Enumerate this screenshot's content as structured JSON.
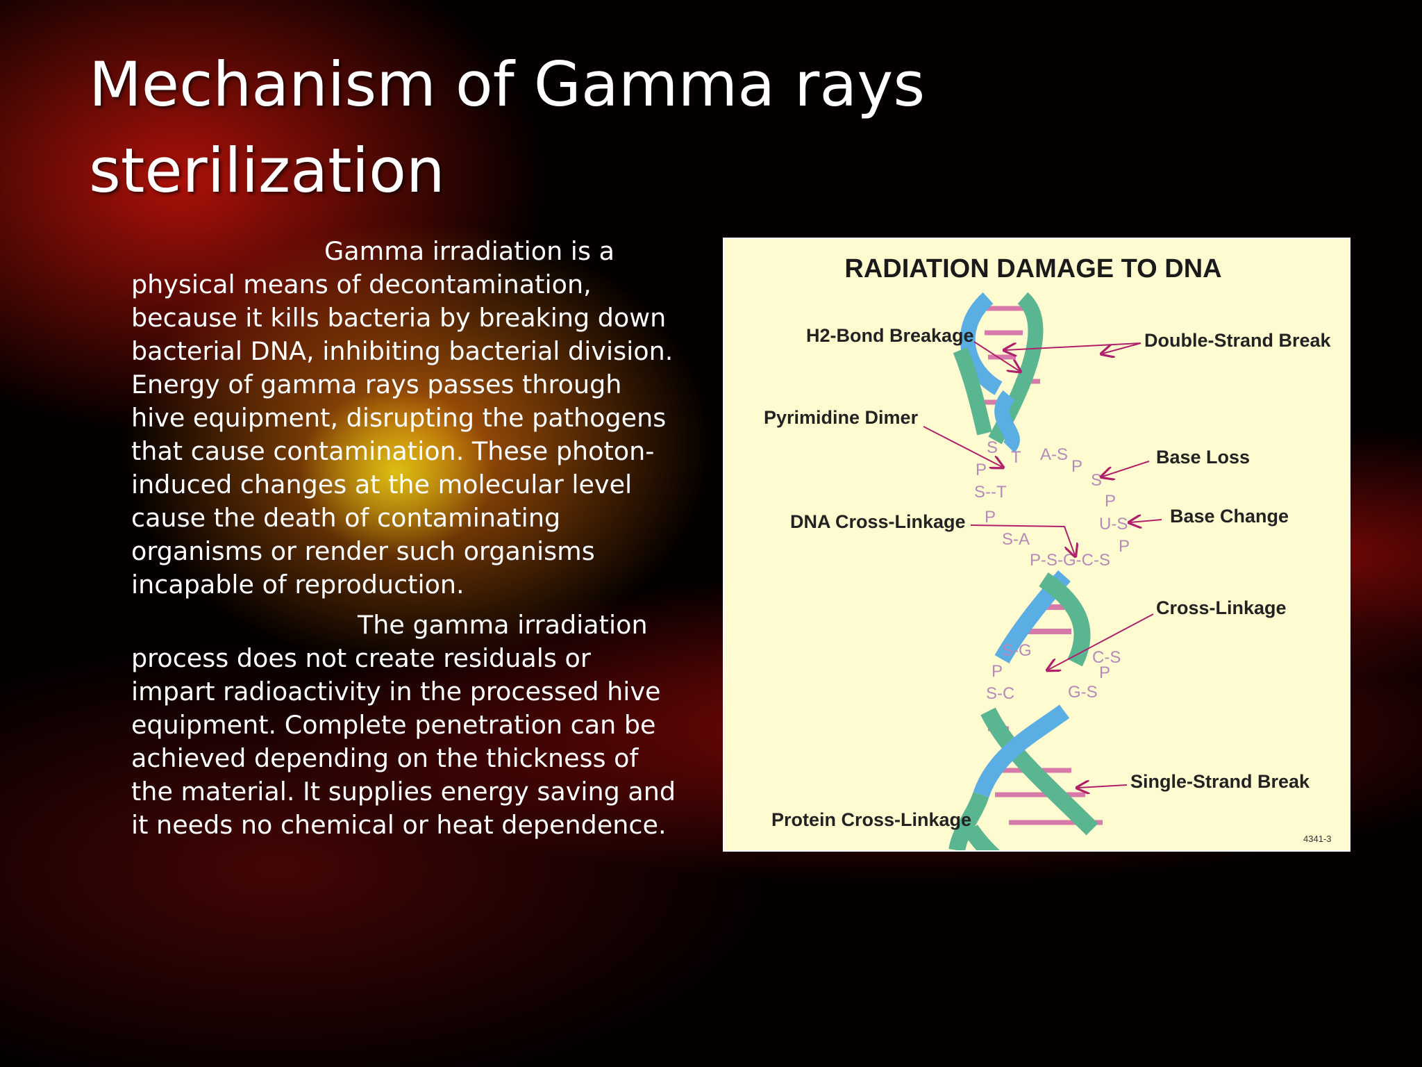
{
  "slide": {
    "title": "Mechanism of Gamma rays sterilization",
    "paragraphs": [
      "Gamma irradiation is a physical means of decontamination, because it kills bacteria by breaking down bacterial DNA, inhibiting bacterial division. Energy of gamma rays passes through hive equipment, disrupting the pathogens that cause contamination. These photon-induced changes at the molecular level cause the death of contaminating organisms or render such organisms incapable of reproduction.",
      "The gamma irradiation process does not create residuals or impart radioactivity in the processed hive equipment. Complete penetration can be achieved depending on the thickness of the material. It supplies energy saving and it needs no chemical or heat dependence."
    ]
  },
  "figure": {
    "title": "RADIATION DAMAGE TO DNA",
    "labels": {
      "h2_bond": "H2-Bond Breakage",
      "double_strand": "Double-Strand Break",
      "pyrimidine_dimer": "Pyrimidine Dimer",
      "base_loss": "Base Loss",
      "base_change": "Base Change",
      "dna_cross_linkage": "DNA Cross-Linkage",
      "cross_linkage": "Cross-Linkage",
      "single_strand": "Single-Strand Break",
      "protein_cross_linkage": "Protein Cross-Linkage"
    },
    "bases": {
      "b1": "S",
      "b2": "T",
      "b3": "P",
      "b4": "S--T",
      "b5": "A-S",
      "b6": "P",
      "b7": "S",
      "b8": "P",
      "b9": "U-S",
      "b10": "P",
      "b11": "P",
      "b12": "S-A",
      "b13": "P-S-G-C-S",
      "b14": "S-G",
      "b15": "C-S",
      "b16": "P",
      "b17": "P",
      "b18": "S-C",
      "b19": "G-S"
    },
    "code": "4341-3",
    "colors": {
      "strand_blue": "#5aaee3",
      "strand_green": "#5ab591",
      "rung_pink": "#d77aaa",
      "arrow": "#b0206a",
      "background": "#fefbd0"
    }
  }
}
